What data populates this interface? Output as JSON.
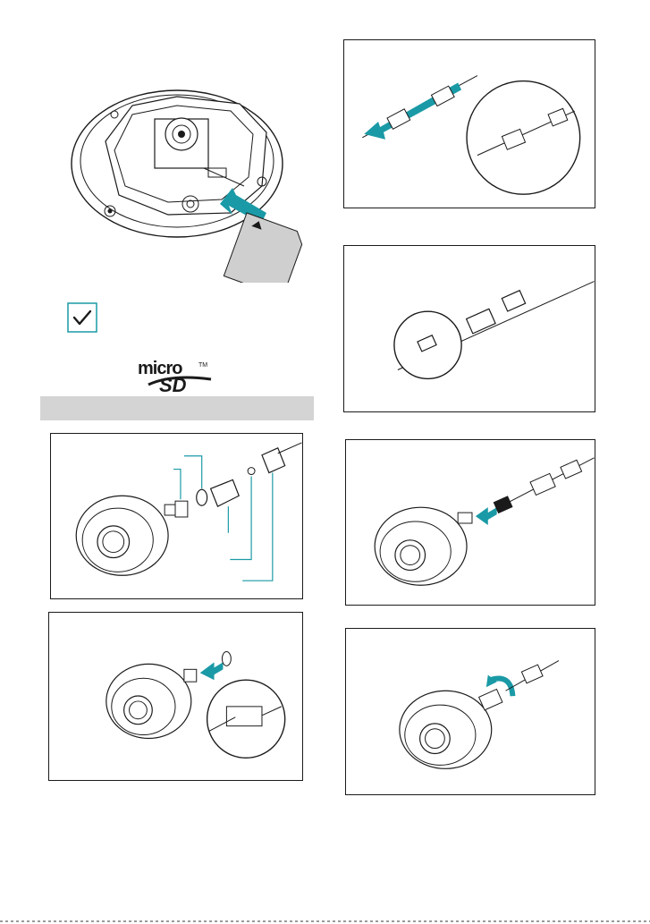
{
  "logo": {
    "wordmark_top": "micro",
    "wordmark_bottom": "SD",
    "trademark": "TM"
  },
  "colors": {
    "accent": "#1a9aa6",
    "line": "#1a1a1a",
    "section_bar": "#d4d4d4"
  },
  "icons": {
    "note": "checkmark-in-box"
  }
}
